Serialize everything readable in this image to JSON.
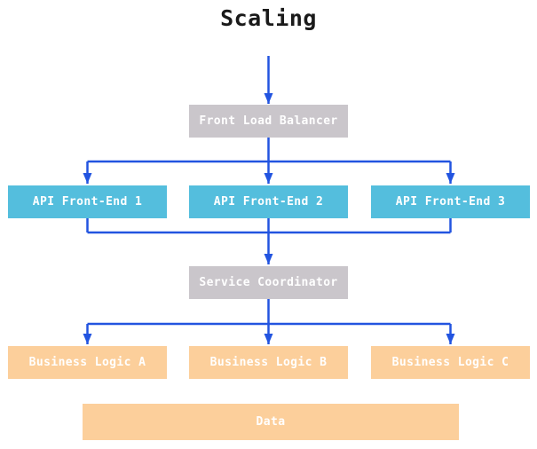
{
  "title": "Scaling",
  "colors": {
    "arrow": "#2254E0",
    "node_gray": "#CAC6CB",
    "node_cyan": "#54BEDD",
    "node_orange": "#FCCF9B",
    "label_text": "#FFFFFF",
    "title_text": "#1A1A1A"
  },
  "nodes": [
    {
      "id": "front-load-balancer",
      "label": "Front Load Balancer",
      "type": "gray"
    },
    {
      "id": "api-front-end-1",
      "label": "API Front-End 1",
      "type": "cyan"
    },
    {
      "id": "api-front-end-2",
      "label": "API Front-End 2",
      "type": "cyan"
    },
    {
      "id": "api-front-end-3",
      "label": "API Front-End 3",
      "type": "cyan"
    },
    {
      "id": "service-coordinator",
      "label": "Service Coordinator",
      "type": "gray"
    },
    {
      "id": "business-logic-a",
      "label": "Business Logic A",
      "type": "orange"
    },
    {
      "id": "business-logic-b",
      "label": "Business Logic B",
      "type": "orange"
    },
    {
      "id": "business-logic-c",
      "label": "Business Logic C",
      "type": "orange"
    },
    {
      "id": "data",
      "label": "Data",
      "type": "orange"
    }
  ],
  "edges": [
    {
      "from": "start",
      "to": "front-load-balancer"
    },
    {
      "from": "front-load-balancer",
      "to": "api-front-end-1"
    },
    {
      "from": "front-load-balancer",
      "to": "api-front-end-2"
    },
    {
      "from": "front-load-balancer",
      "to": "api-front-end-3"
    },
    {
      "from": "api-front-end-1",
      "to": "service-coordinator"
    },
    {
      "from": "api-front-end-2",
      "to": "service-coordinator"
    },
    {
      "from": "api-front-end-3",
      "to": "service-coordinator"
    },
    {
      "from": "service-coordinator",
      "to": "business-logic-a"
    },
    {
      "from": "service-coordinator",
      "to": "business-logic-b"
    },
    {
      "from": "service-coordinator",
      "to": "business-logic-c"
    }
  ]
}
